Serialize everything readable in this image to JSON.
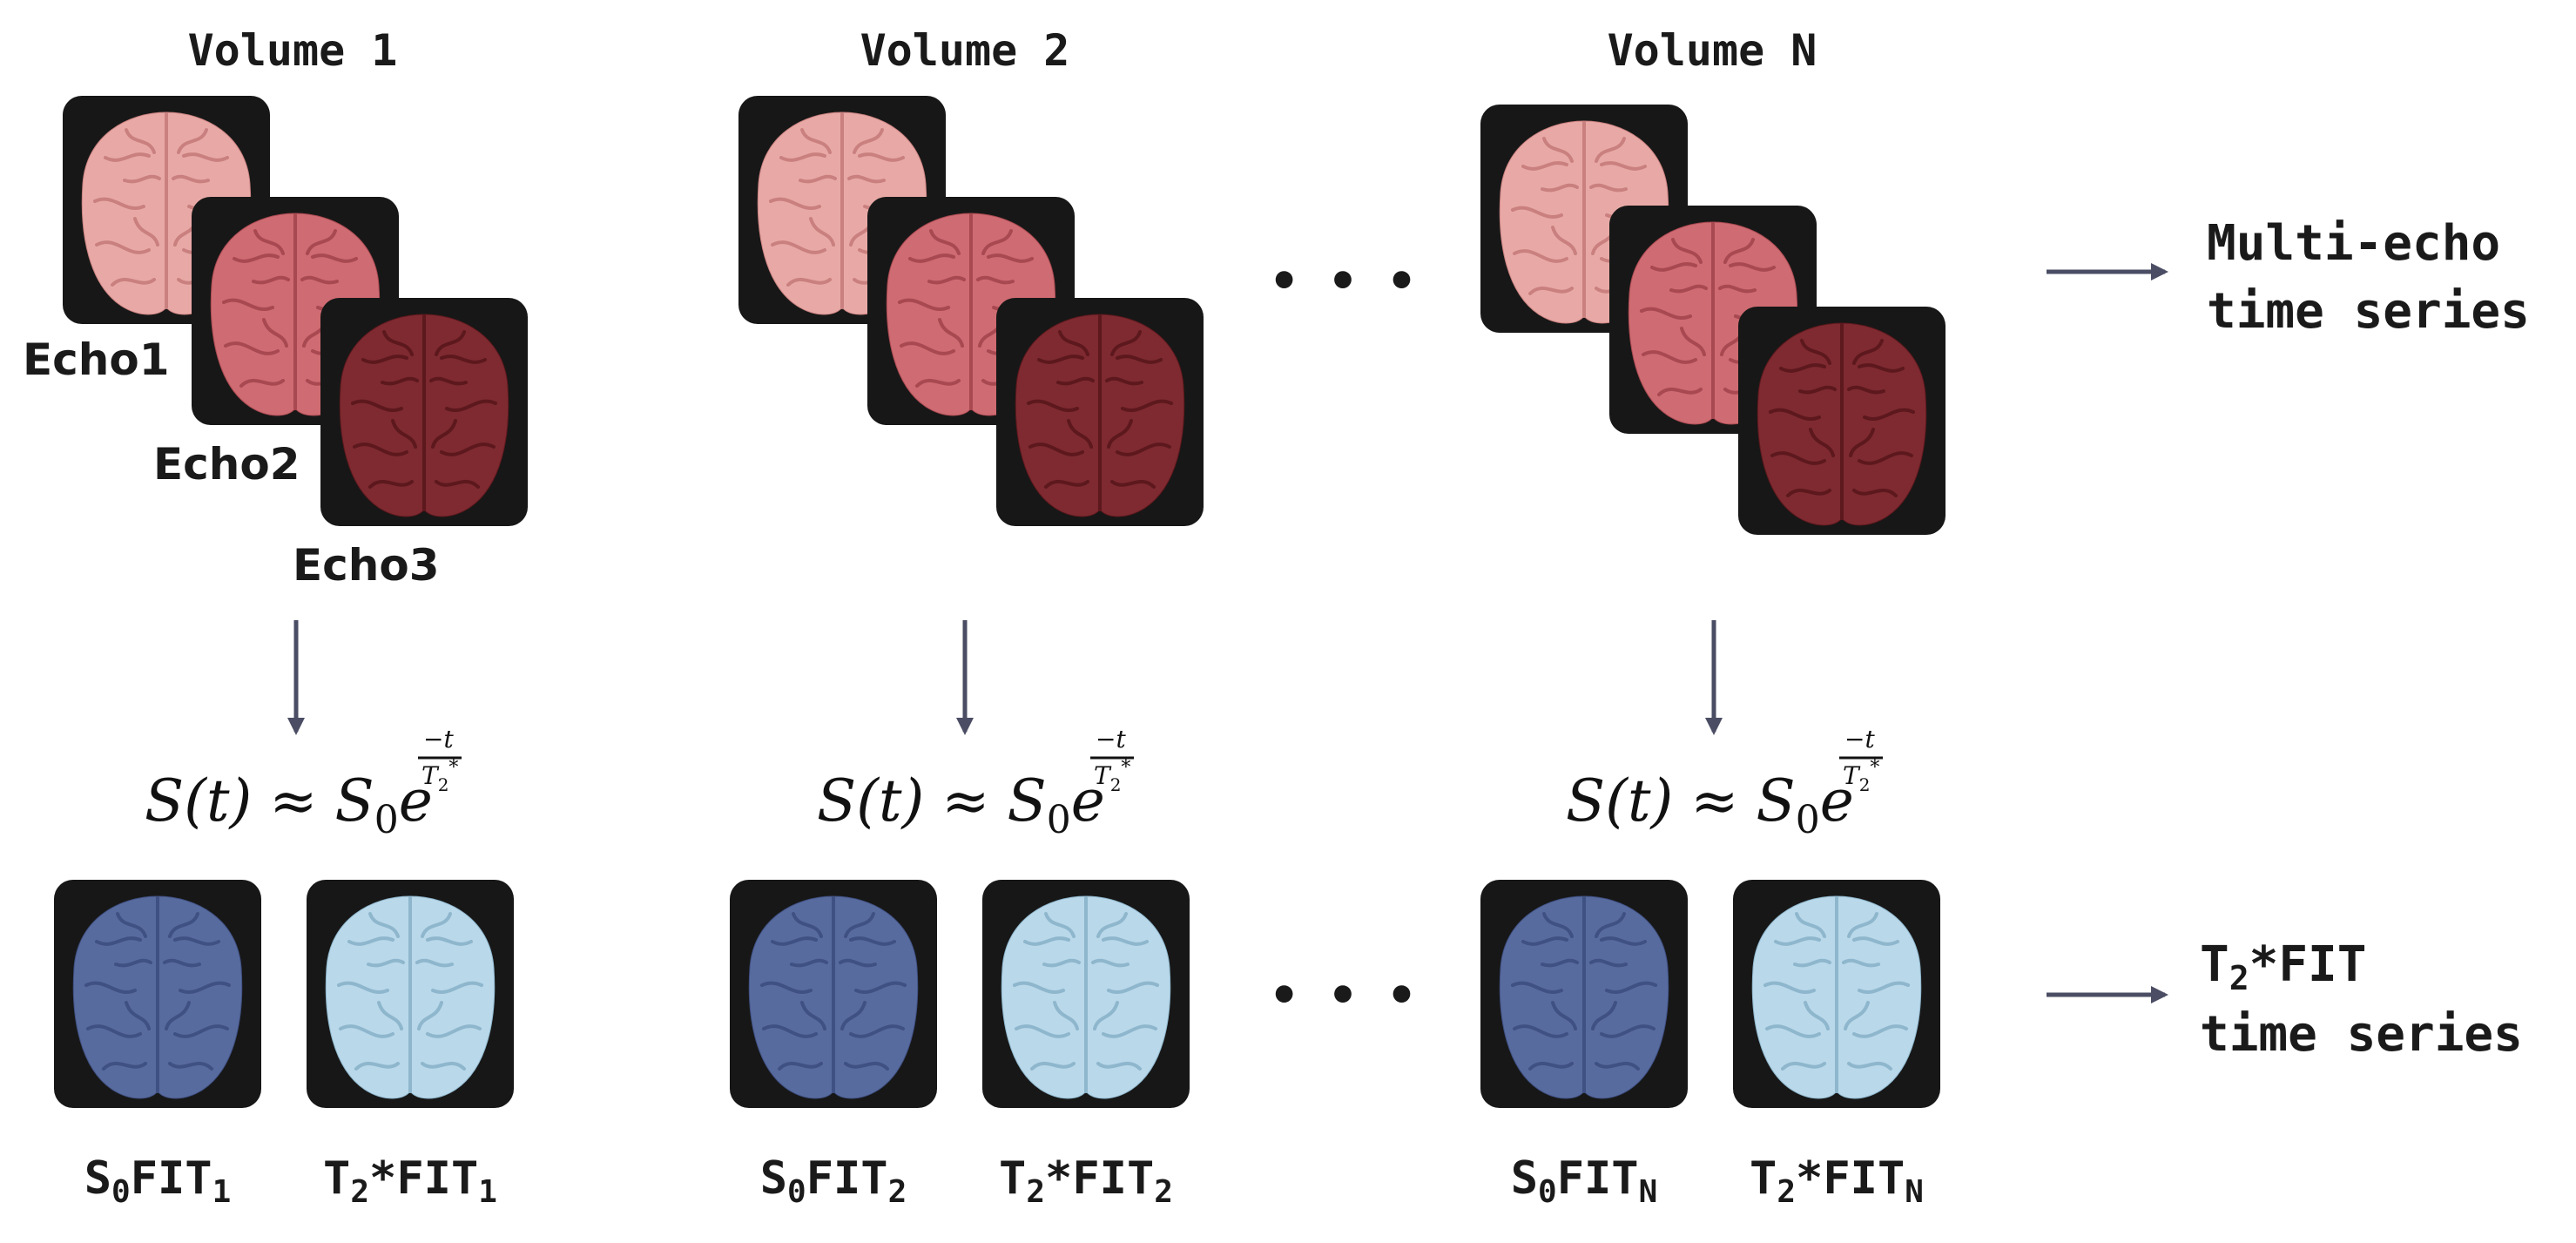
{
  "volumes": [
    {
      "title": "Volume 1",
      "fit_s0_main": "S",
      "fit_s0_sub": "0",
      "fit_s0_mid": "FIT",
      "fit_s0_idx": "1",
      "fit_t2_main": "T",
      "fit_t2_sub": "2",
      "fit_t2_mid": "*FIT",
      "fit_t2_idx": "1"
    },
    {
      "title": "Volume 2",
      "fit_s0_main": "S",
      "fit_s0_sub": "0",
      "fit_s0_mid": "FIT",
      "fit_s0_idx": "2",
      "fit_t2_main": "T",
      "fit_t2_sub": "2",
      "fit_t2_mid": "*FIT",
      "fit_t2_idx": "2"
    },
    {
      "title": "Volume N",
      "fit_s0_main": "S",
      "fit_s0_sub": "0",
      "fit_s0_mid": "FIT",
      "fit_s0_idx": "N",
      "fit_t2_main": "T",
      "fit_t2_sub": "2",
      "fit_t2_mid": "*FIT",
      "fit_t2_idx": "N"
    }
  ],
  "echo_labels": [
    "Echo1",
    "Echo2",
    "Echo3"
  ],
  "equation": {
    "lhs": "S(t)",
    "approx": "≈",
    "s": "S",
    "s_sub": "0",
    "e": "e",
    "exp_num": "−t",
    "exp_den": "T",
    "exp_den_sub": "2",
    "exp_den_sup": "*"
  },
  "ellipsis": "• • •",
  "outputs": {
    "multi_echo_line1": "Multi-echo",
    "multi_echo_line2": "time series",
    "t2_line1_main": "T",
    "t2_line1_sub": "2",
    "t2_line1_rest": "*FIT",
    "t2_line2": "time series"
  },
  "colors": {
    "tile_bg": "#171717",
    "echo1": "#e8a9a6",
    "echo2": "#cf6b72",
    "echo3": "#7e2a30",
    "s0fit": "#586b9f",
    "t2fit": "#b9d8ea",
    "arrow": "#4a4d63"
  }
}
